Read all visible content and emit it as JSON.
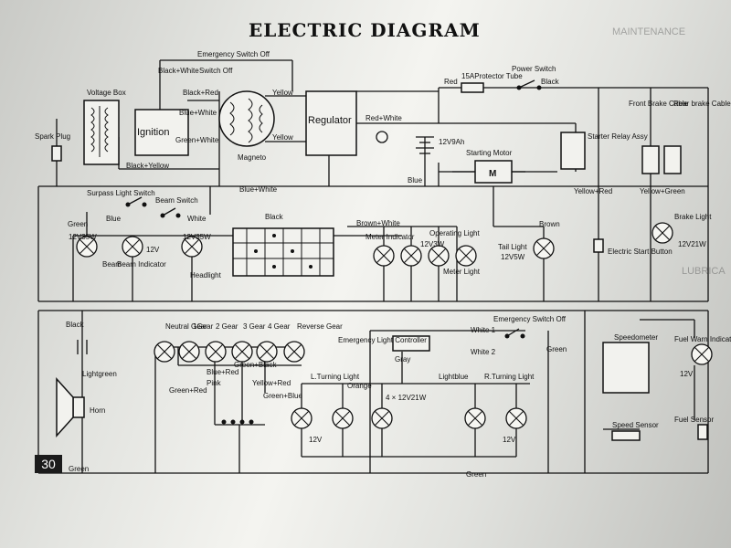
{
  "title": "ELECTRIC   DIAGRAM",
  "page_number": "30",
  "ghost_text": {
    "maintenance": "MAINTENANCE",
    "lubrica": "LUBRICA"
  },
  "components": {
    "voltage_box": "Voltage Box",
    "spark_plug": "Spark Plug",
    "ignition": "Ignition",
    "magneto": "Magneto",
    "regulator": "Regulator",
    "protector_tube": "15AProtector Tube",
    "power_switch": "Power Switch",
    "starting_motor": "Starting Motor",
    "motor_symbol": "M",
    "battery": "12V9Ah",
    "starter_relay": "Starter Relay Assy",
    "front_brake_cable": "Front Brake Cable",
    "rear_brake_cable": "Rear brake Cable",
    "surpass_light_switch": "Surpass Light Switch",
    "beam_switch": "Beam Switch",
    "beam": "Beam",
    "beam_indicator": "Beam Indicator",
    "headlight": "Headlight",
    "meter_indicator": "Meter Indicator",
    "operating_light": "Operating Light",
    "meter_light": "Meter Light",
    "tail_light": "Tail Light",
    "electric_start_button": "Electric Start Button",
    "brake_light": "Brake Light",
    "neutral_gear": "Neutral Gear",
    "gear_1": "1Gear",
    "gear_2": "2 Gear",
    "gear_3": "3 Gear",
    "gear_4": "4 Gear",
    "reverse_gear": "Reverse Gear",
    "emergency_light_controller": "Emergency Light Controller",
    "emergency_switch_off_bottom": "Emergency Switch Off",
    "l_turning_light": "L.Turning Light",
    "r_turning_light": "R.Turning Light",
    "turn_bulbs": "4 × 12V21W",
    "horn": "Horn",
    "speedometer": "Speedometer",
    "speed_sensor": "Speed Sensor",
    "fuel_warn_indicator": "Fuel Warn Indicator",
    "fuel_sensor": "Fuel Sensor",
    "emergency_switch_off_top": "Emergency Switch Off",
    "switch_off": "Switch Off"
  },
  "ratings": {
    "beam": "12V35W",
    "headlight": "12V35W",
    "beam_indicator": "12V",
    "meter": "12V3W",
    "tail": "12V5W",
    "brake": "12V21W",
    "fuel_warn": "12V",
    "turn_left": "12V",
    "turn_right": "12V"
  },
  "wires": {
    "black_white": "Black+White",
    "black_red": "Black+Red",
    "blue_white_ign": "Blue+White",
    "green_white": "Green+White",
    "black_yellow": "Black+Yellow",
    "yellow_1": "Yellow",
    "yellow_2": "Yellow",
    "red_reg": "Red+White",
    "red": "Red",
    "black_power": "Black",
    "blue": "Blue",
    "blue_white_main": "Blue+White",
    "yellow_red": "Yellow+Red",
    "yellow_green": "Yellow+Green",
    "green_left": "Green",
    "blue_beam": "Blue",
    "white_beam": "White",
    "black_cluster": "Black",
    "brown_white": "Brown+White",
    "brown": "Brown",
    "black_horn": "Black",
    "lightgreen": "Lightgreen",
    "green_red": "Green+Red",
    "pink": "Pink",
    "blue_red": "Blue+Red",
    "green_black": "Green+Black",
    "yellow_red_gear": "Yellow+Red",
    "green_blue": "Green+Blue",
    "white_1": "White 1",
    "white_2": "White 2",
    "gray": "Gray",
    "orange": "Orange",
    "lightblue": "Lightblue",
    "green_bottom_right": "Green",
    "green_bottom_1": "Green",
    "green_bottom_2": "Green"
  }
}
